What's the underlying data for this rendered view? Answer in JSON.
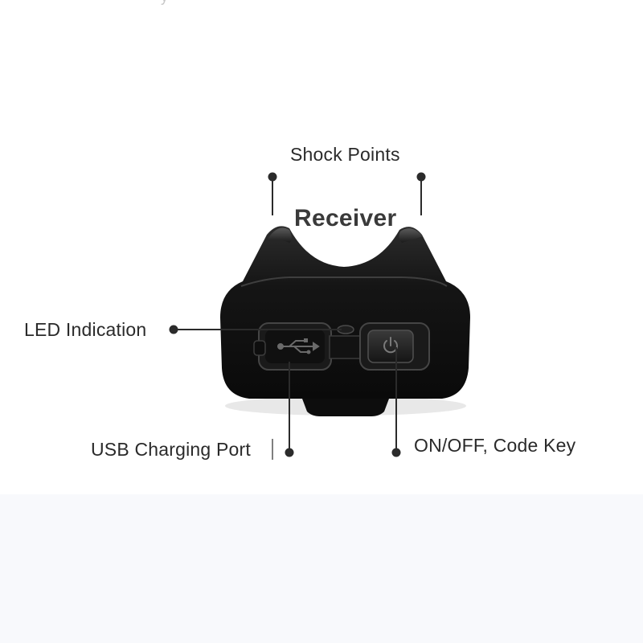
{
  "diagram": {
    "title": "Receiver",
    "callouts": {
      "shock_points": "Shock Points",
      "led": "LED Indication",
      "usb": "USB Charging Port",
      "power": "ON/OFF, Code Key"
    },
    "top_fragment": "y"
  },
  "colors": {
    "device": "#141414",
    "leader": "#2b2b2b",
    "text": "#2a2a2a"
  }
}
